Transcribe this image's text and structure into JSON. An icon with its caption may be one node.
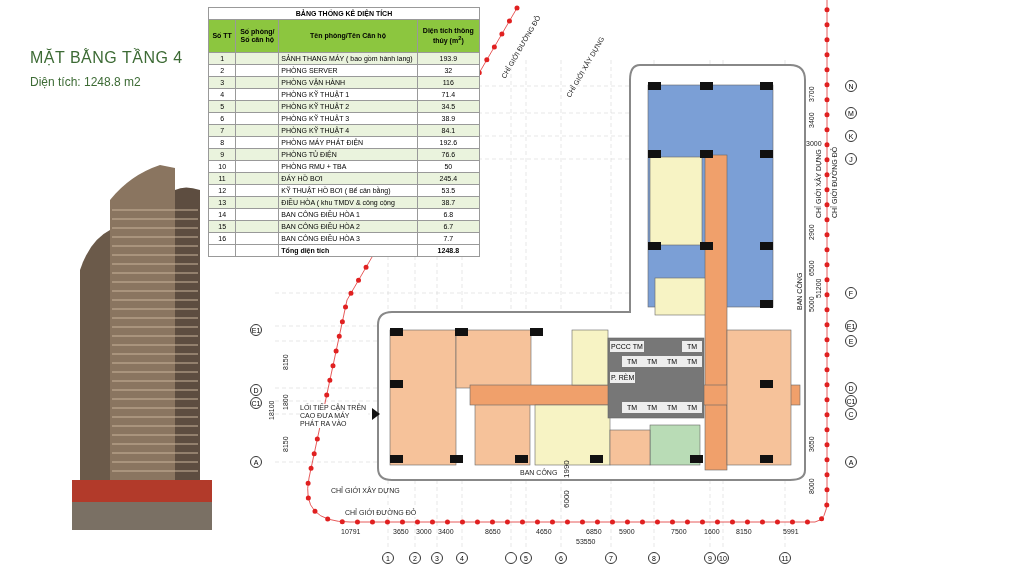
{
  "diagram": {
    "title": "MẶT BẰNG TẦNG 4",
    "labels": [
      "Diện tích: 1248.8 m2",
      "BẢNG THỐNG KÊ DIỆN TÍCH",
      "Số TT",
      "Số phòng/ Số căn hộ",
      "Tên phòng/Tên Căn hộ",
      "Diện tích thông thủy (m$^{2}$)",
      "1",
      "SẢNH THANG MÁY ( bao gồm hành lang)",
      "193.9",
      "2",
      "PHÒNG SERVER",
      "32",
      "3",
      "PHÒNG VẬN HÀNH",
      "116",
      "4",
      "PHÒNG KỸ THUẬT 1",
      "71.4",
      "5",
      "PHÒNG KỸ THUẬT 2",
      "34.5",
      "6",
      "PHÒNG KỸ THUẬT 3",
      "38.9",
      "7",
      "PHÒNG KỸ THUẬT 4",
      "84.1",
      "8",
      "PHÒNG MÁY PHÁT ĐIỆN",
      "192.6",
      "9",
      "PHÒNG TỦ ĐIỆN",
      "76.6",
      "10",
      "PHÒNG RMU + TBA",
      "50",
      "11",
      "ĐÁY HỒ BƠI",
      "245.4",
      "12",
      "KỸ THUẬT HỒ BƠI ( Bể cân bằng)",
      "53.5",
      "13",
      "ĐIỀU HÒA ( khu TMDV & công cộng",
      "38.7",
      "14",
      "BAN CÔNG ĐIỀU HÒA 1",
      "6.8",
      "15",
      "BAN CÔNG ĐIỀU HÒA 2",
      "6.7",
      "16",
      "BAN CÔNG ĐIỀU HÒA 3",
      "7.7",
      "Tổng diện tích",
      "1248.8",
      "LỐI TIẾP CẬN TRÊN CAO ĐƯA MÁY PHÁT RA VÀO",
      "CHỈ GIỚI XÂY DỰNG",
      "CHỈ GIỚI ĐƯỜNG ĐỎ",
      "BAN CÔNG",
      "BAN CÔNG",
      "CHỈ GIỚI XÂY DỰNG",
      "CHỈ GIỚI ĐƯỜNG ĐỎ",
      "3000",
      "CHỈ GIỚI ĐƯỜNG ĐỎ",
      "CHỈ GIỚI XÂY DỰNG",
      "PCCC TM",
      "P. RÈM",
      "TM",
      "TM",
      "TM",
      "TM",
      "TM",
      "TM",
      "TM",
      "TM",
      "TM",
      "1990",
      "6000",
      "10791",
      "3650",
      "3000",
      "3400",
      "8650",
      "4650",
      "6850",
      "5900",
      "7500",
      "1600",
      "8150",
      "5991",
      "53550",
      "1",
      "2",
      "3",
      "4",
      "5",
      "6",
      "7",
      "8",
      "9",
      "10",
      "11",
      "E1",
      "D",
      "C1",
      "A",
      "8150",
      "18100",
      "1800",
      "8150",
      "N",
      "M",
      "K",
      "J",
      "F",
      "E1",
      "E",
      "D",
      "C1",
      "C",
      "A",
      "3700",
      "3400",
      "2900",
      "6500",
      "5000",
      "51200",
      "3650",
      "8000"
    ]
  }
}
